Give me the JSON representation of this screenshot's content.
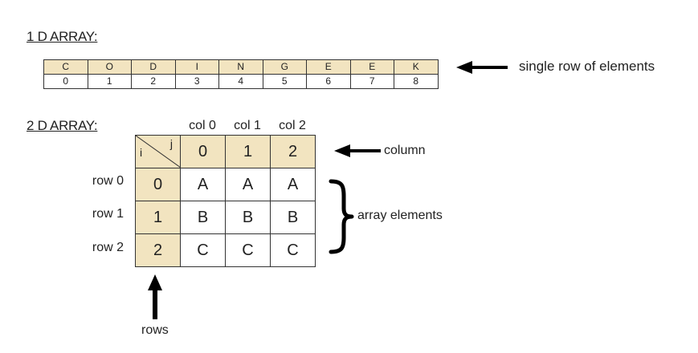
{
  "one_d": {
    "heading": "1 D ARRAY:",
    "letters": [
      "C",
      "O",
      "D",
      "I",
      "N",
      "G",
      "E",
      "E",
      "K"
    ],
    "indices": [
      "0",
      "1",
      "2",
      "3",
      "4",
      "5",
      "6",
      "7",
      "8"
    ],
    "annotation": "single row of elements"
  },
  "two_d": {
    "heading": "2 D ARRAY:",
    "col_labels": [
      "col 0",
      "col 1",
      "col 2"
    ],
    "row_labels": [
      "row 0",
      "row 1",
      "row 2"
    ],
    "corner_i": "i",
    "corner_j": "j",
    "col_indices": [
      "0",
      "1",
      "2"
    ],
    "row_indices": [
      "0",
      "1",
      "2"
    ],
    "cells": [
      [
        "A",
        "A",
        "A"
      ],
      [
        "B",
        "B",
        "B"
      ],
      [
        "C",
        "C",
        "C"
      ]
    ],
    "column_annotation": "column",
    "elements_annotation": "array elements",
    "rows_annotation": "rows"
  },
  "colors": {
    "header_fill": "#f2e4c0",
    "border": "#333333",
    "arrow": "#000000"
  }
}
